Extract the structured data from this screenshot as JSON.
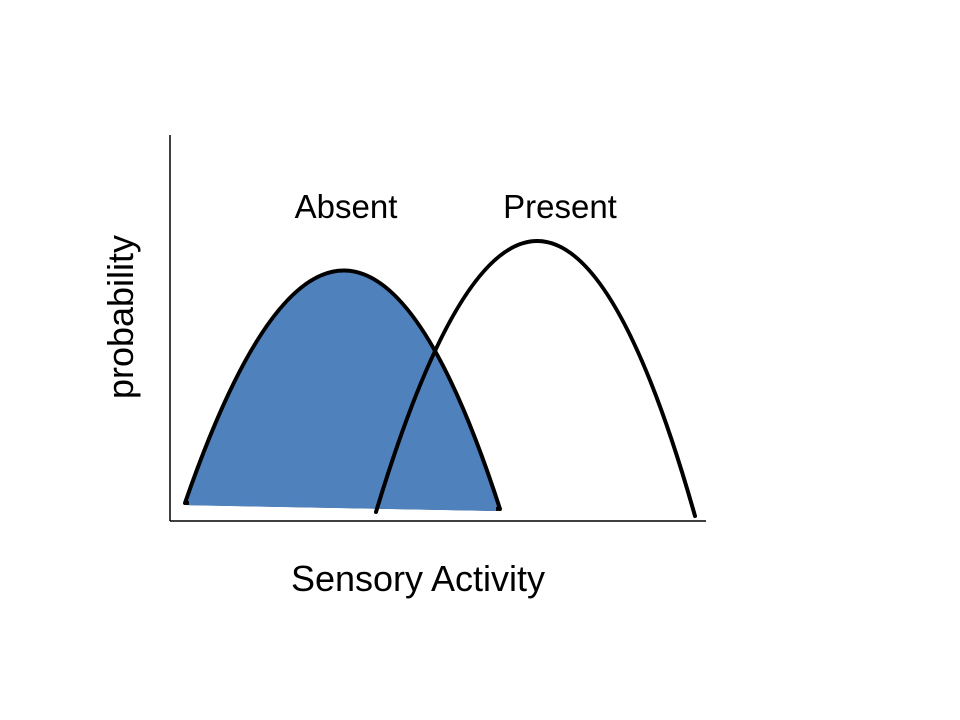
{
  "labels": {
    "y_axis": "probability",
    "x_axis": "Sensory Activity",
    "absent": "Absent",
    "present": "Present"
  },
  "colors": {
    "absent_fill": "#4F81BD",
    "curve_stroke": "#000000",
    "axis_stroke": "#000000",
    "background": "#FFFFFF"
  },
  "curves": [
    {
      "name": "absent",
      "filled": true
    },
    {
      "name": "present",
      "filled": false
    }
  ]
}
